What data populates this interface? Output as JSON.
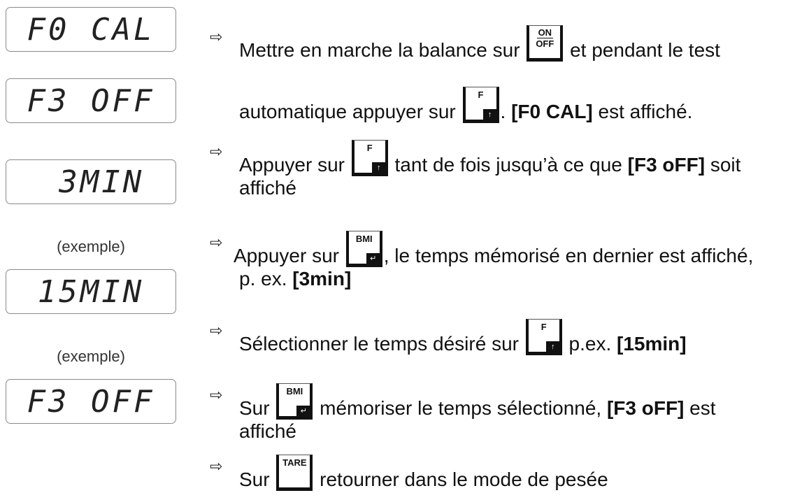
{
  "displays": [
    {
      "text": "F0 CAL"
    },
    {
      "text": "F3 OFF"
    },
    {
      "text": " 3MIN"
    },
    {
      "text": "15MIN"
    },
    {
      "text": "F3 OFF"
    }
  ],
  "captions": [
    "(exemple)",
    "(exemple)"
  ],
  "keys": {
    "onoff_top": "ON",
    "onoff_bottom": "OFF",
    "f": "F",
    "bmi": "BMI",
    "tare": "TARE",
    "up_glyph": "↑",
    "enter_glyph": "↵"
  },
  "arrow_glyph": "⇨",
  "steps": {
    "s1a": "Mettre en marche la balance sur",
    "s1b": "et pendant le test",
    "s1c": "automatique appuyer sur",
    "s1d": ".",
    "s1e": "[F0 CAL]",
    "s1f": "est affiché.",
    "s2a": "Appuyer sur",
    "s2b": "tant de fois jusqu’à ce que",
    "s2c": "[F3 oFF]",
    "s2d": "soit",
    "s2e": "affiché",
    "s3a": "Appuyer sur",
    "s3b": ", le temps mémorisé en dernier est affiché,",
    "s3c": "p. ex.",
    "s3d": "[3min]",
    "s4a": "Sélectionner le temps désiré sur",
    "s4b": "p.ex.",
    "s4c": "[15min]",
    "s5a": "Sur",
    "s5b": "mémoriser le temps sélectionné,",
    "s5c": "[F3 oFF]",
    "s5d": "est",
    "s5e": "affiché",
    "s6a": "Sur",
    "s6b": "retourner dans le mode de pesée"
  }
}
